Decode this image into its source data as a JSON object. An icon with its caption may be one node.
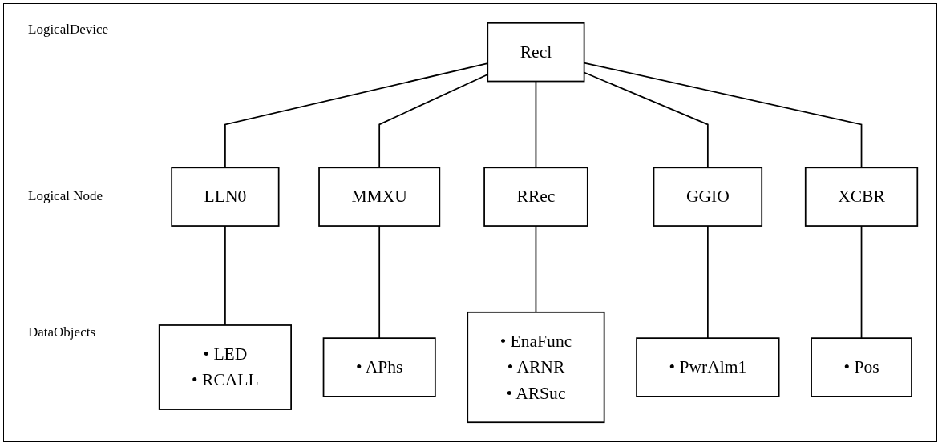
{
  "diagram": {
    "nodes": [
      {
        "text": [
          "Recl"
        ]
      },
      {
        "text": [
          "LLN0"
        ]
      },
      {
        "text": [
          "MMXU"
        ]
      },
      {
        "text": [
          "RRec"
        ]
      },
      {
        "text": [
          "GGIO"
        ]
      },
      {
        "text": [
          "XCBR"
        ]
      },
      {
        "text": [
          "• LED",
          "• RCALL"
        ]
      },
      {
        "text": [
          "• APhs"
        ]
      },
      {
        "text": [
          "• EnaFunc",
          "• ARNR",
          "• ARSuc"
        ]
      },
      {
        "text": [
          "• PwrAlm1"
        ]
      },
      {
        "text": [
          "• Pos"
        ]
      }
    ],
    "edges": [
      {
        "from": 0,
        "to": 1,
        "arrow": "none"
      },
      {
        "from": 0,
        "to": 2,
        "arrow": "none"
      },
      {
        "from": 0,
        "to": 3,
        "arrow": "none"
      },
      {
        "from": 0,
        "to": 4,
        "arrow": "none"
      },
      {
        "from": 0,
        "to": 5,
        "arrow": "none"
      },
      {
        "from": 1,
        "to": 6,
        "arrow": "none"
      },
      {
        "from": 2,
        "to": 7,
        "arrow": "none"
      },
      {
        "from": 3,
        "to": 8,
        "arrow": "none"
      },
      {
        "from": 4,
        "to": 9,
        "arrow": "none"
      },
      {
        "from": 5,
        "to": 10,
        "arrow": "none"
      }
    ],
    "labels": [
      "LogicalDevice",
      "Logical Node",
      "DataObjects"
    ]
  }
}
